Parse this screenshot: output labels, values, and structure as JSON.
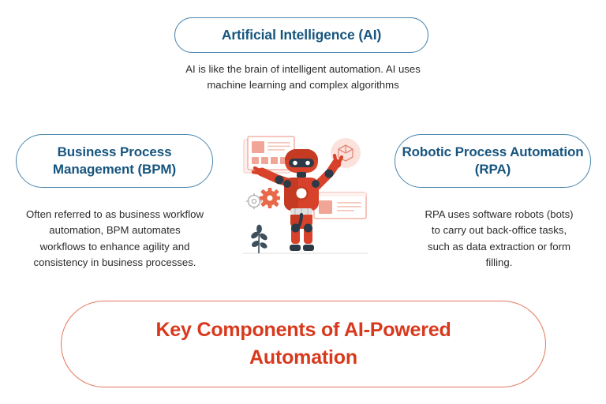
{
  "colors": {
    "blue_text": "#17557f",
    "blue_border": "#4b86ae",
    "red_text": "#d8391d",
    "red_border": "#e3755c",
    "body_text": "#2b2b2b",
    "robot_red": "#d9422a",
    "robot_dark": "#2b3a47",
    "card_pink": "#f0a596",
    "background": "#ffffff"
  },
  "nodes": {
    "ai": {
      "title": "Artificial Intelligence (AI)",
      "description": "AI is like the brain of intelligent automation. AI uses\nmachine learning and complex algorithms"
    },
    "bpm": {
      "title": "Business Process\nManagement (BPM)",
      "description": "Often referred to as business workflow\nautomation, BPM automates\nworkflows to enhance agility and\nconsistency in business processes."
    },
    "rpa": {
      "title": "Robotic Process\nAutomation (RPA)",
      "description": "RPA uses software robots (bots)\nto carry out back-office tasks,\nsuch as data extraction or form\nfilling."
    }
  },
  "banner": {
    "heading": "Key Components of AI-Powered\nAutomation"
  },
  "illustration": {
    "name": "ai-automation-robot-illustration",
    "elements": [
      "dashboard-card-icon",
      "cube-badge-icon",
      "document-card-icon",
      "gear-icon",
      "small-gear-icon",
      "plant-sprig-icon",
      "robot-figure"
    ]
  }
}
